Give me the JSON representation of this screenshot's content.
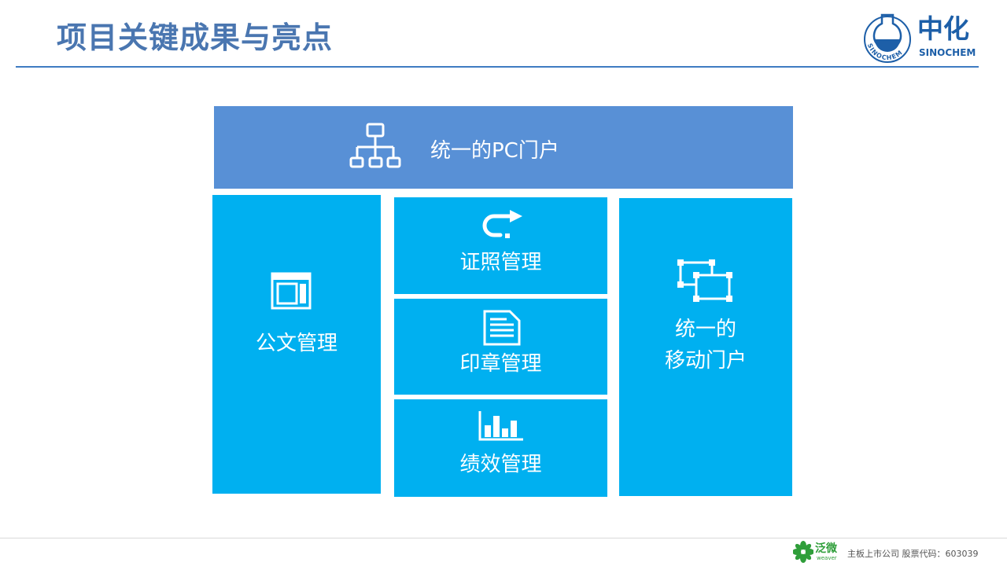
{
  "header": {
    "title": "项目关键成果与亮点"
  },
  "logo": {
    "name_cn": "中化",
    "name_en": "SINOCHEM",
    "ring_text": "SINOCHEM",
    "brand_color": "#1d5fa8"
  },
  "tiles": {
    "pc_portal": {
      "label": "统一的PC门户",
      "icon": "org-chart-icon",
      "color": "#5890d6"
    },
    "document": {
      "label": "公文管理",
      "icon": "window-layout-icon",
      "color": "#00b0f0"
    },
    "certificate": {
      "label": "证照管理",
      "icon": "redo-arrow-icon",
      "color": "#00b0f0"
    },
    "seal": {
      "label": "印章管理",
      "icon": "document-lines-icon",
      "color": "#00b0f0"
    },
    "performance": {
      "label": "绩效管理",
      "icon": "bar-chart-icon",
      "color": "#00b0f0"
    },
    "mobile_portal": {
      "label_line1": "统一的",
      "label_line2": "移动门户",
      "icon": "screens-icon",
      "color": "#00b0f0"
    }
  },
  "footer": {
    "brand": "泛微",
    "brand_en": "weaver",
    "text": "主板上市公司  股票代码：603039",
    "brand_color": "#2f9e3a"
  },
  "colors": {
    "title": "#4a76b0",
    "rule": "#3f7cc2"
  }
}
